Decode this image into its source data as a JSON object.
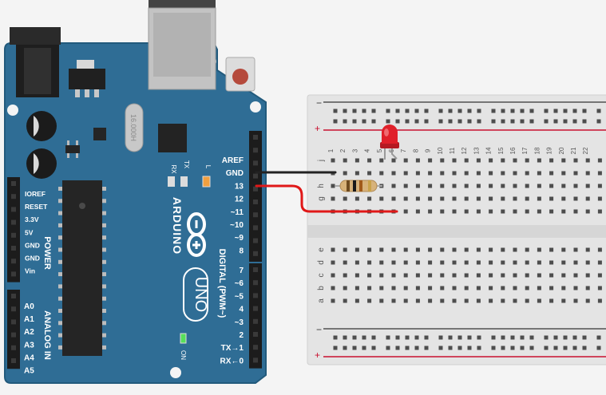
{
  "arduino": {
    "chip_label": "16.000H",
    "brand": "ARDUINO",
    "model": "UNO",
    "on_label": "ON",
    "tx_label": "TX",
    "rx_label": "RX",
    "l_label": "L",
    "power_header_title": "POWER",
    "analog_header_title": "ANALOG IN",
    "digital_header_title": "DIGITAL (PWM~)",
    "power_pins": [
      "IOREF",
      "RESET",
      "3.3V",
      "5V",
      "GND",
      "GND",
      "Vin"
    ],
    "analog_pins": [
      "A0",
      "A1",
      "A2",
      "A3",
      "A4",
      "A5"
    ],
    "digital_top_pins": [
      "AREF",
      "GND",
      "13",
      "12",
      "~11",
      "~10",
      "~9",
      "8"
    ],
    "digital_bottom_pins": [
      "7",
      "~6",
      "~5",
      "4",
      "~3",
      "2",
      "TX→1",
      "RX←0"
    ],
    "colors": {
      "board": "#2f6d95",
      "board_edge": "#215577",
      "header": "#1c1c1c"
    }
  },
  "breadboard": {
    "column_numbers": [
      "1",
      "2",
      "3",
      "4",
      "5",
      "6",
      "7",
      "8",
      "9",
      "10",
      "11",
      "12",
      "13",
      "14",
      "15",
      "16",
      "17",
      "18",
      "19",
      "20",
      "21",
      "22"
    ],
    "top_row_letters": [
      "j",
      "i",
      "h",
      "g",
      "f"
    ],
    "bottom_row_letters": [
      "e",
      "d",
      "c",
      "b",
      "a"
    ],
    "rail_minus": "−",
    "rail_plus": "+",
    "colors": {
      "body": "#e6e6e6",
      "rail_red": "#c8102e",
      "rail_black": "#333333"
    }
  },
  "components": {
    "led_color": "#e0202a",
    "wire_gnd_color": "#222222",
    "wire_13_color": "#e01818"
  }
}
